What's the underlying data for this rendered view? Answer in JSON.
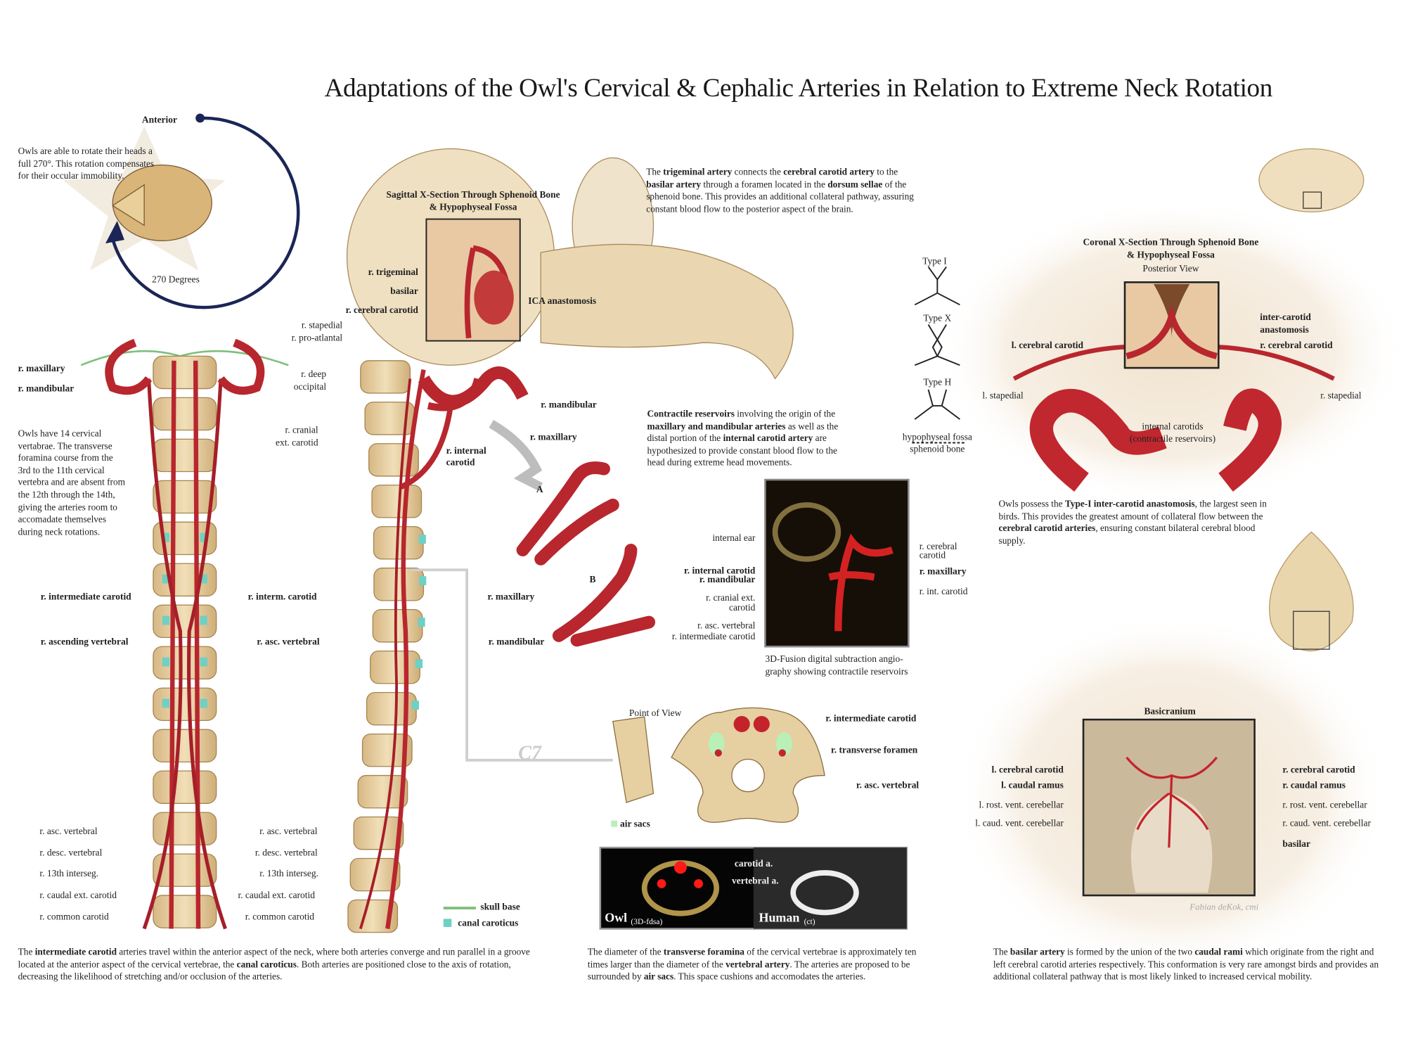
{
  "title": "Adaptations of the Owl's Cervical & Cephalic Arteries in Relation to Extreme Neck Rotation",
  "colors": {
    "artery": "#b8262e",
    "bone": "#e6cfa0",
    "navy": "#1b2556",
    "canal": "#6fd0c4",
    "skull_base": "#7fbf7a"
  },
  "paragraphs": {
    "rotation": [
      {
        "t": "Owls are able to rotate their heads a full 270°. This rotation compensates for their occular immobility."
      }
    ],
    "vertebrae": [
      {
        "t": "Owls have 14 cervical vertabrae. The transverse foramina course from the 3rd to the 11th cervical vertebra and are absent from the 12th through the 14th, giving the arteries room to accomadate themselves during neck rotations."
      }
    ],
    "trigeminal": [
      {
        "t": "The "
      },
      {
        "t": "trigeminal artery",
        "b": true
      },
      {
        "t": " connects the "
      },
      {
        "t": "cerebral carotid artery",
        "b": true
      },
      {
        "t": " to the "
      },
      {
        "t": "basilar artery",
        "b": true
      },
      {
        "t": " through a foramen located in the "
      },
      {
        "t": "dorsum sellae",
        "b": true
      },
      {
        "t": " of the sphenoid bone. This provides an additional collateral pathway, assuring constant blood flow to the posterior aspect of the brain."
      }
    ],
    "contractile": [
      {
        "t": "Contractile reservoirs",
        "b": true
      },
      {
        "t": " involving the origin of the "
      },
      {
        "t": "maxillary and mandibular arteries",
        "b": true
      },
      {
        "t": " as well as the distal portion of the "
      },
      {
        "t": "internal carotid artery",
        "b": true
      },
      {
        "t": " are hypothesized to provide constant blood flow to the head during extreme head movements."
      }
    ],
    "type1": [
      {
        "t": "Owls possess the "
      },
      {
        "t": "Type-I inter-carotid anastomosis",
        "b": true
      },
      {
        "t": ", the largest seen in birds. This provides the greatest amount of collateral flow between the "
      },
      {
        "t": "cerebral carotid arteries",
        "b": true
      },
      {
        "t": ", ensuring constant bilateral cerebral blood supply."
      }
    ],
    "bottom_left": [
      {
        "t": "The "
      },
      {
        "t": "intermediate carotid",
        "b": true
      },
      {
        "t": " arteries travel within the anterior aspect of the neck, where both arteries converge and run parallel in a groove located at the anterior aspect of the cervical vertebrae, the "
      },
      {
        "t": "canal caroticus",
        "b": true
      },
      {
        "t": ". Both arteries are positioned close to the axis of rotation, decreasing the likelihood of stretching and/or occlusion of the arteries."
      }
    ],
    "bottom_mid": [
      {
        "t": "The diameter of the "
      },
      {
        "t": "transverse foramina",
        "b": true
      },
      {
        "t": " of the cervical vertebrae is approximately ten times larger than the diameter of the "
      },
      {
        "t": "vertebral artery",
        "b": true
      },
      {
        "t": ". The arteries are proposed to be surrounded by "
      },
      {
        "t": "air sacs",
        "b": true
      },
      {
        "t": ". This space cushions and accomodates the arteries."
      }
    ],
    "bottom_right": [
      {
        "t": "The "
      },
      {
        "t": "basilar artery",
        "b": true
      },
      {
        "t": " is formed by the union of the two "
      },
      {
        "t": "caudal rami",
        "b": true
      },
      {
        "t": " which originate from the right and left cerebral carotid arteries respectively. This conformation is very rare amongst birds and provides an additional collateral pathway that is most likely linked to increased cervical mobility."
      }
    ]
  },
  "labels": {
    "anterior": "Anterior",
    "degrees": "270 Degrees",
    "l_maxillary": "r. maxillary",
    "l_mandibular": "r. mandibular",
    "l_intermediate": "r. intermediate carotid",
    "l_ascending": "r. ascending vertebral",
    "l_asc": "r. asc. vertebral",
    "l_desc": "r. desc. vertebral",
    "l_13th": "r. 13th interseg.",
    "l_caudal": "r. caudal ext. carotid",
    "l_common": "r. common carotid",
    "m_stapedial": "r. stapedial",
    "m_proatlantal": "r. pro-atlantal",
    "m_deep1": "r. deep",
    "m_deep2": "occipital",
    "m_cranial1": "r. cranial",
    "m_cranial2": "ext. carotid",
    "m_interm": "r. interm. carotid",
    "m_ascb": "r. asc. vertebral",
    "m_asc": "r. asc. vertebral",
    "m_desc": "r. desc. vertebral",
    "m_13th": "r. 13th interseg.",
    "m_caudal": "r. caudal ext. carotid",
    "m_common": "r. common carotid",
    "sag_title1": "Sagittal X-Section Through Sphenoid Bone",
    "sag_title2": "& Hypophyseal Fossa",
    "s_trigeminal": "r. trigeminal",
    "s_basilar": "basilar",
    "s_cerebral": "r. cerebral carotid",
    "s_ica": "ICA anastomosis",
    "h_mandibular": "r. mandibular",
    "h_maxillary": "r. maxillary",
    "h_internal1": "r. internal",
    "h_internal2": "carotid",
    "A": "A",
    "B": "B",
    "b_maxillary": "r. maxillary",
    "b_mandibular": "r. mandibular",
    "a_ear": "internal ear",
    "a_internal": "r. internal carotid",
    "a_mandibular": "r. mandibular",
    "a_cranial1": "r. cranial ext.",
    "a_cranial2": "carotid",
    "a_asc": "r. asc. vertebral",
    "a_interm": "r. intermediate carotid",
    "a_cerebral1": "r. cerebral",
    "a_cerebral2": "carotid",
    "a_maxillary": "r. maxillary",
    "a_int": "r. int. carotid",
    "a_cap1": "3D-Fusion digital subtraction angio-",
    "a_cap2": "graphy showing contractile reservoirs",
    "v_pov": "Point of View",
    "v_interm": "r. intermediate carotid",
    "v_foramen": "r. transverse foramen",
    "v_asc": "r. asc. vertebral",
    "v_airsacs": "air sacs",
    "v_c7": "C7",
    "ct_carotid": "carotid a.",
    "ct_vertebral": "vertebral a.",
    "ct_owl": "Owl",
    "ct_owl_sub": "(3D-fdsa)",
    "ct_human": "Human",
    "ct_human_sub": "(ct)",
    "legend_skull": "skull base",
    "legend_canal": "canal caroticus",
    "t_type1": "Type I",
    "t_typex": "Type X",
    "t_typeh": "Type H",
    "t_fossa": "hypophyseal fossa",
    "t_sphenoid": "sphenoid bone",
    "c_title1": "Coronal X-Section Through Sphenoid Bone",
    "c_title2": "& Hypophyseal Fossa",
    "c_title3": "Posterior View",
    "c_inter1": "inter-carotid",
    "c_inter2": "anastomosis",
    "c_rcerebral": "r. cerebral carotid",
    "c_lcerebral": "l. cerebral carotid",
    "c_lstapedial": "l. stapedial",
    "c_rstapedial": "r. stapedial",
    "c_internal1": "internal carotids",
    "c_internal2": "(contractile reservoirs)",
    "bc_title": "Basicranium",
    "bc_lcerebral": "l. cerebral carotid",
    "bc_lcaudal": "l. caudal ramus",
    "bc_lrost": "l. rost. vent. cerebellar",
    "bc_lcaud": "l. caud. vent. cerebellar",
    "bc_rcerebral": "r. cerebral carotid",
    "bc_rcaudal": "r. caudal ramus",
    "bc_rrost": "r. rost. vent. cerebellar",
    "bc_rcaud": "r. caud. vent. cerebellar",
    "bc_basilar": "basilar",
    "signature": "Fabian deKok, cmi"
  }
}
